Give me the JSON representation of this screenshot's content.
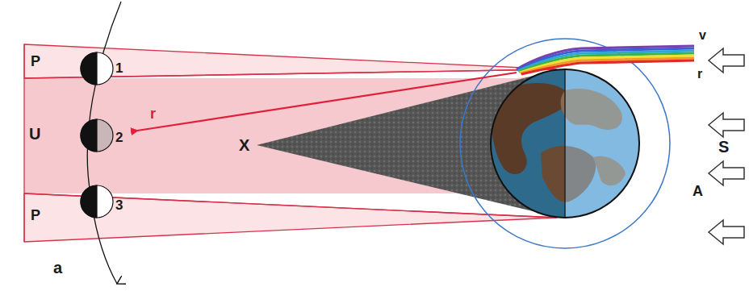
{
  "diagram": {
    "labels": [
      "P",
      "1",
      "U",
      "2",
      "P",
      "3",
      "X",
      "r",
      "v",
      "r",
      "S",
      "A",
      "a"
    ]
  }
}
